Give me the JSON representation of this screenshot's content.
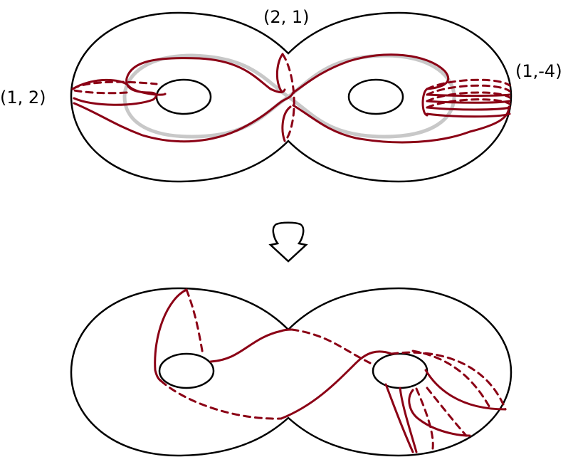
{
  "labels": {
    "top_center": "(2, 1)",
    "left": "(1, 2)",
    "right": "(1,-4)"
  },
  "colors": {
    "curve": "#8b0015",
    "outline": "#000000",
    "gray_curve": "#c8c8c8"
  }
}
